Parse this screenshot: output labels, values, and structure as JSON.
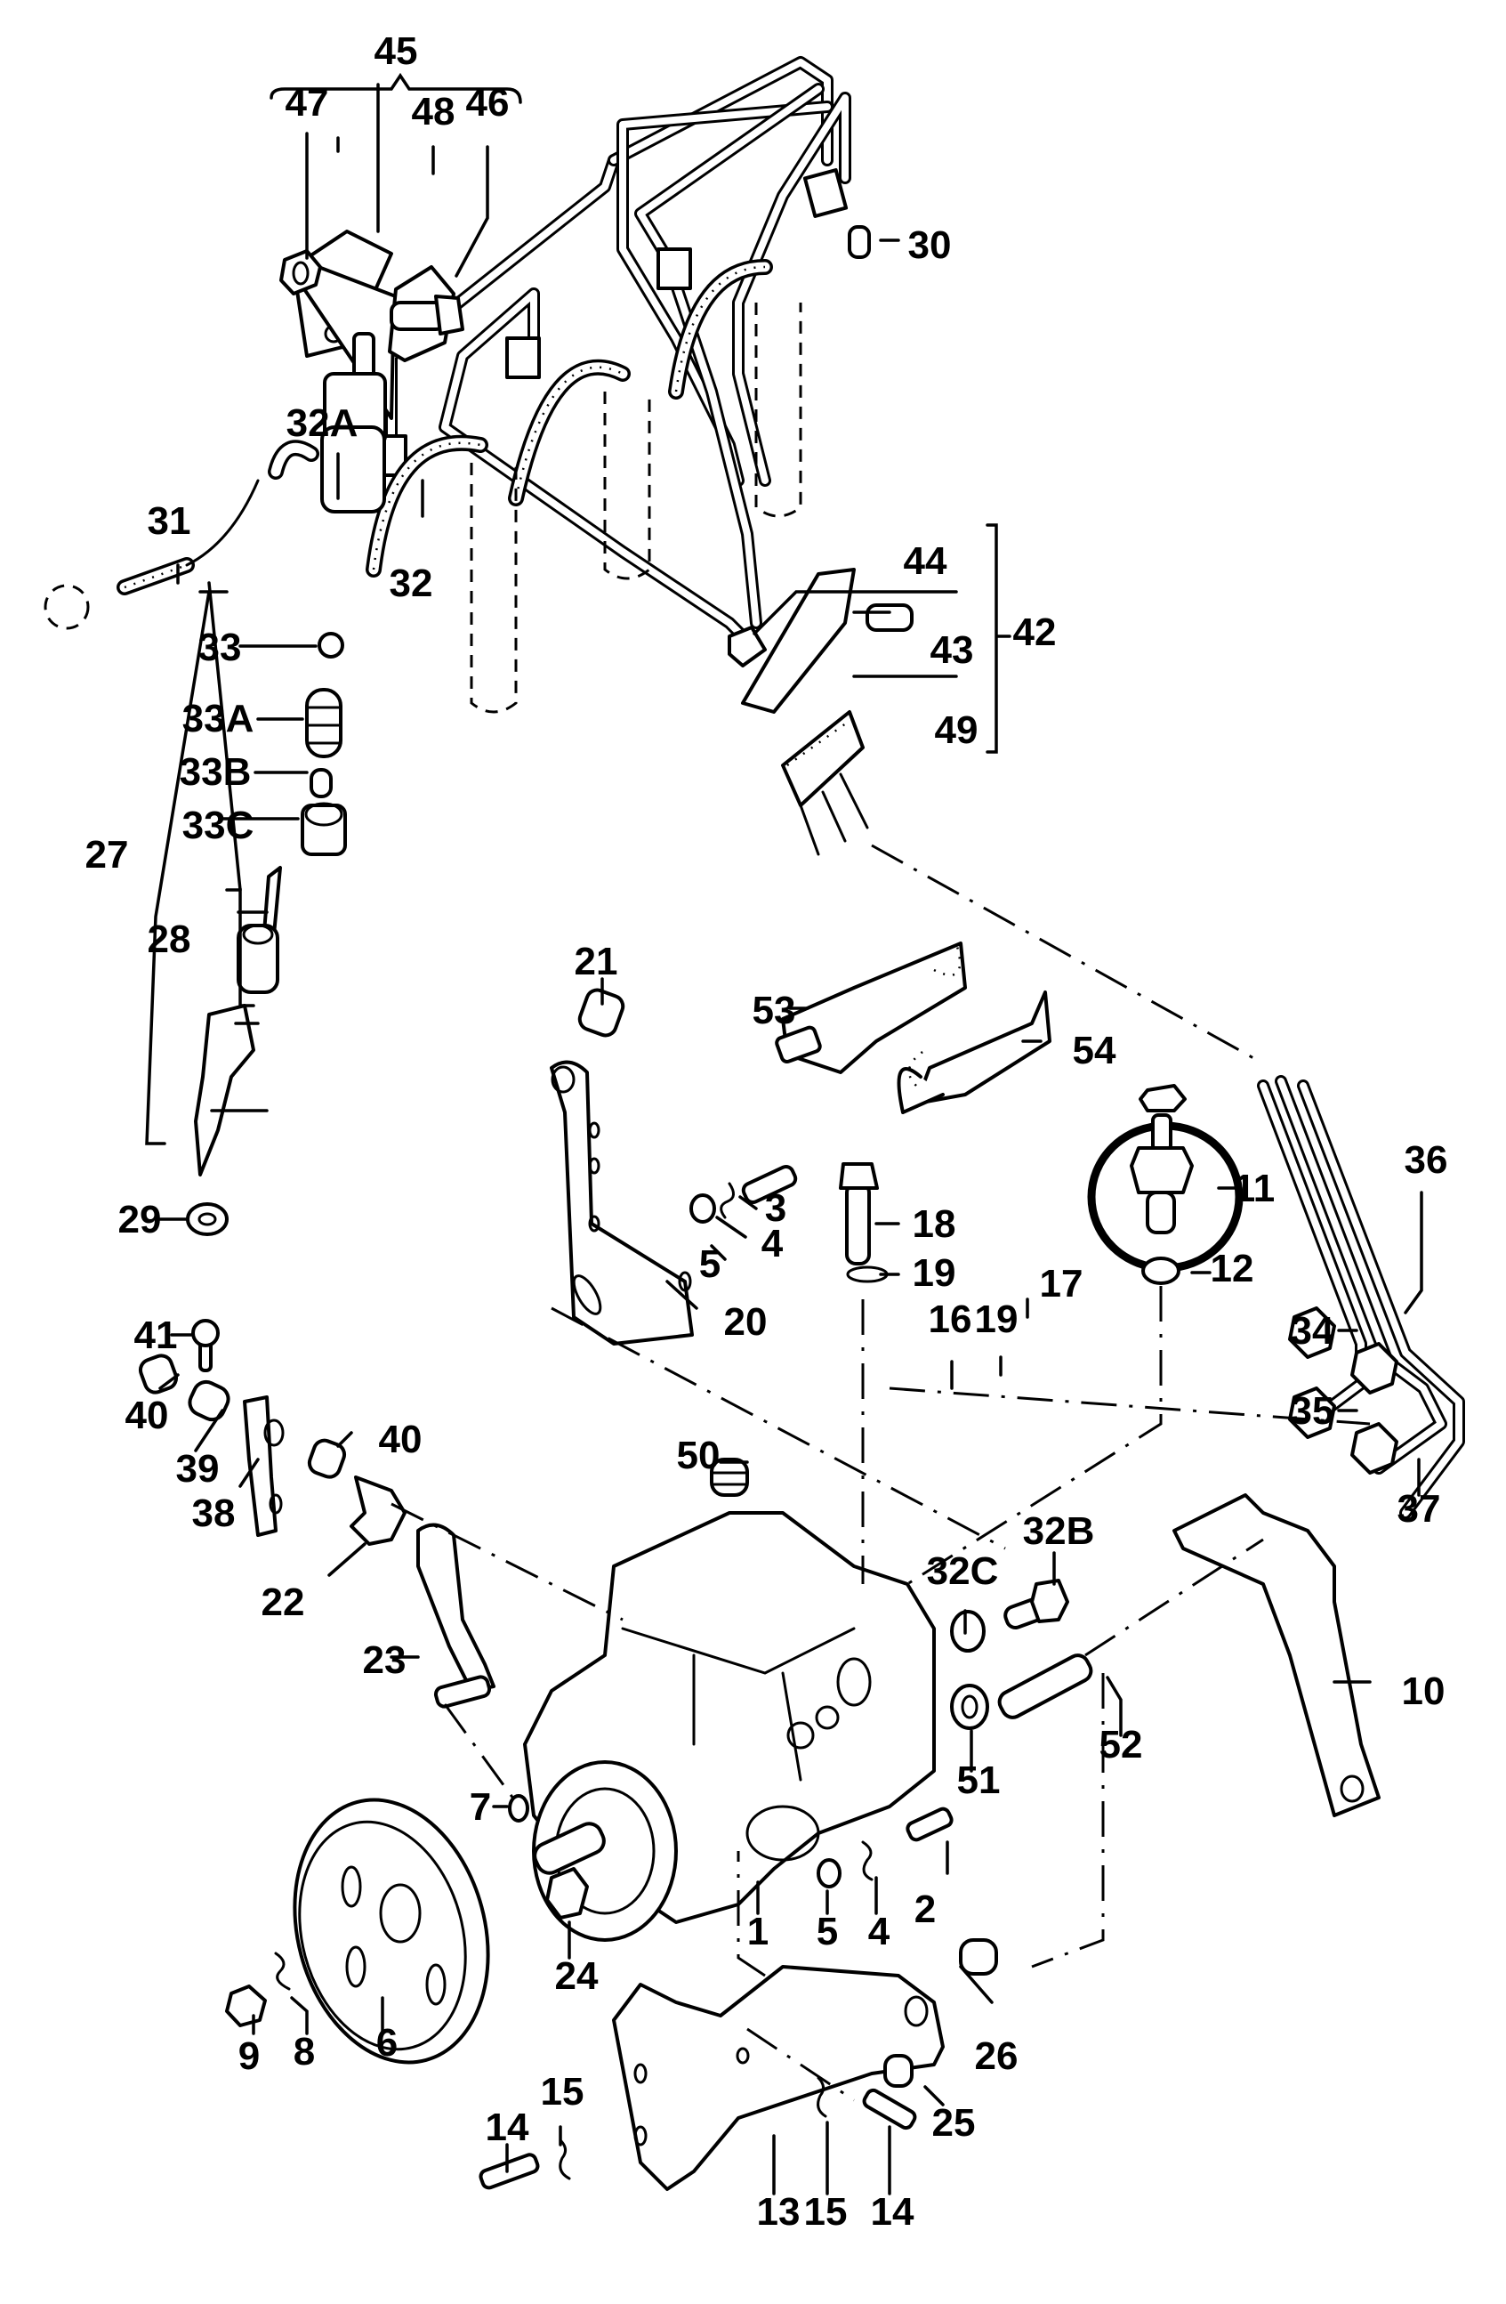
{
  "diagram": {
    "title": "Injection pump exploded parts diagram",
    "callouts": [
      {
        "id": "45",
        "label": "45"
      },
      {
        "id": "47",
        "label": "47"
      },
      {
        "id": "48",
        "label": "48"
      },
      {
        "id": "46",
        "label": "46"
      },
      {
        "id": "30",
        "label": "30"
      },
      {
        "id": "32A",
        "label": "32A"
      },
      {
        "id": "31",
        "label": "31"
      },
      {
        "id": "32",
        "label": "32"
      },
      {
        "id": "44",
        "label": "44"
      },
      {
        "id": "43",
        "label": "43"
      },
      {
        "id": "42",
        "label": "42"
      },
      {
        "id": "49",
        "label": "49"
      },
      {
        "id": "33",
        "label": "33"
      },
      {
        "id": "33A",
        "label": "33A"
      },
      {
        "id": "33B",
        "label": "33B"
      },
      {
        "id": "33C",
        "label": "33C"
      },
      {
        "id": "27",
        "label": "27"
      },
      {
        "id": "28",
        "label": "28"
      },
      {
        "id": "29",
        "label": "29"
      },
      {
        "id": "21",
        "label": "21"
      },
      {
        "id": "53",
        "label": "53"
      },
      {
        "id": "54",
        "label": "54"
      },
      {
        "id": "3",
        "label": "3"
      },
      {
        "id": "4a",
        "label": "4"
      },
      {
        "id": "5a",
        "label": "5"
      },
      {
        "id": "20",
        "label": "20"
      },
      {
        "id": "18",
        "label": "18"
      },
      {
        "id": "19a",
        "label": "19"
      },
      {
        "id": "16",
        "label": "16"
      },
      {
        "id": "19b",
        "label": "19"
      },
      {
        "id": "17",
        "label": "17"
      },
      {
        "id": "11",
        "label": "11"
      },
      {
        "id": "12",
        "label": "12"
      },
      {
        "id": "36",
        "label": "36"
      },
      {
        "id": "34",
        "label": "34"
      },
      {
        "id": "35",
        "label": "35"
      },
      {
        "id": "37",
        "label": "37"
      },
      {
        "id": "41",
        "label": "41"
      },
      {
        "id": "40a",
        "label": "40"
      },
      {
        "id": "39",
        "label": "39"
      },
      {
        "id": "38",
        "label": "38"
      },
      {
        "id": "40b",
        "label": "40"
      },
      {
        "id": "22",
        "label": "22"
      },
      {
        "id": "50",
        "label": "50"
      },
      {
        "id": "23",
        "label": "23"
      },
      {
        "id": "32B",
        "label": "32B"
      },
      {
        "id": "32C",
        "label": "32C"
      },
      {
        "id": "51",
        "label": "51"
      },
      {
        "id": "52",
        "label": "52"
      },
      {
        "id": "10",
        "label": "10"
      },
      {
        "id": "7",
        "label": "7"
      },
      {
        "id": "2",
        "label": "2"
      },
      {
        "id": "1",
        "label": "1"
      },
      {
        "id": "5b",
        "label": "5"
      },
      {
        "id": "4b",
        "label": "4"
      },
      {
        "id": "24",
        "label": "24"
      },
      {
        "id": "26",
        "label": "26"
      },
      {
        "id": "9",
        "label": "9"
      },
      {
        "id": "8",
        "label": "8"
      },
      {
        "id": "6",
        "label": "6"
      },
      {
        "id": "25",
        "label": "25"
      },
      {
        "id": "13",
        "label": "13"
      },
      {
        "id": "15a",
        "label": "15"
      },
      {
        "id": "15b",
        "label": "15"
      },
      {
        "id": "14a",
        "label": "14"
      },
      {
        "id": "14b",
        "label": "14"
      }
    ],
    "highlighted_part": "11"
  }
}
